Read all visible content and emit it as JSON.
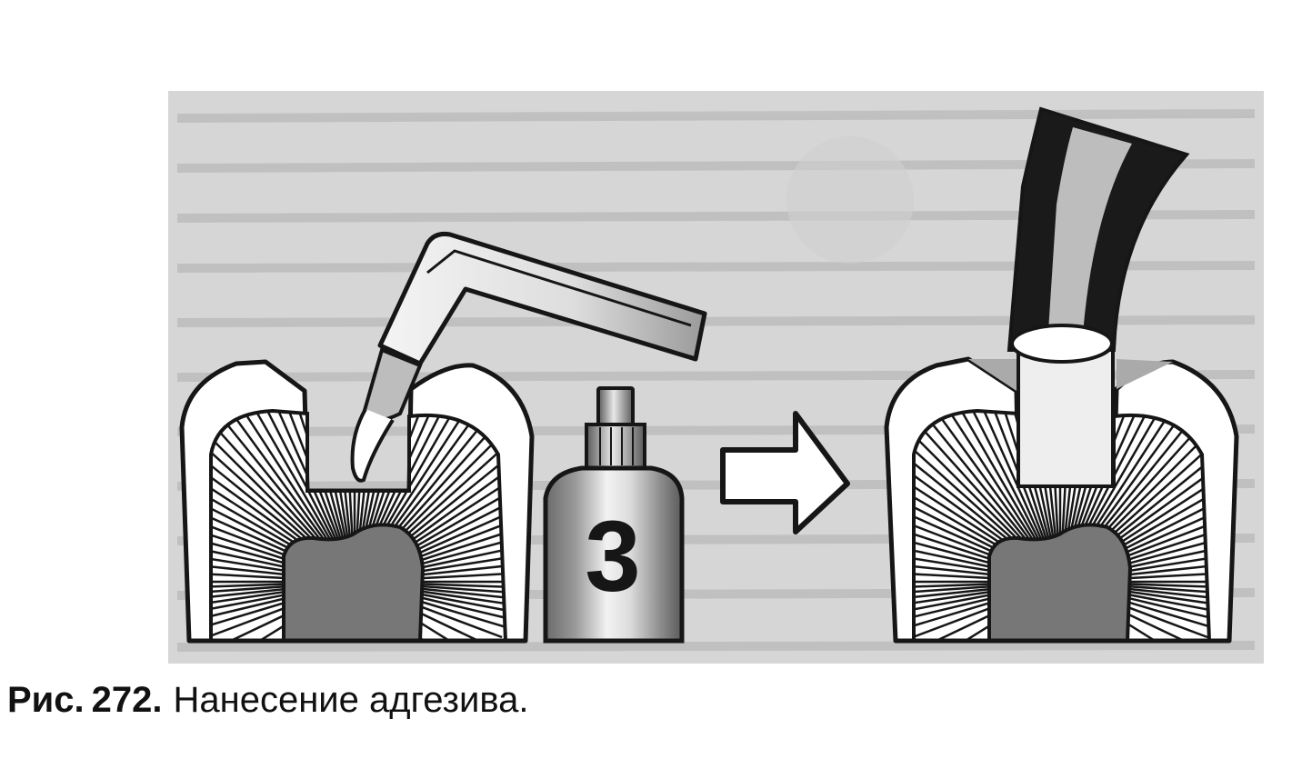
{
  "figure": {
    "bottle_label": "3"
  },
  "caption": {
    "prefix": "Рис.",
    "number": "272.",
    "text": "Нанесение адгезива."
  },
  "colors": {
    "background_panel": "#d6d6d6",
    "pulp": "#777777",
    "outline": "#161616",
    "enamel": "#ffffff",
    "dark_tube": "#1a1a1a",
    "stripe": "#bdbdbd"
  }
}
